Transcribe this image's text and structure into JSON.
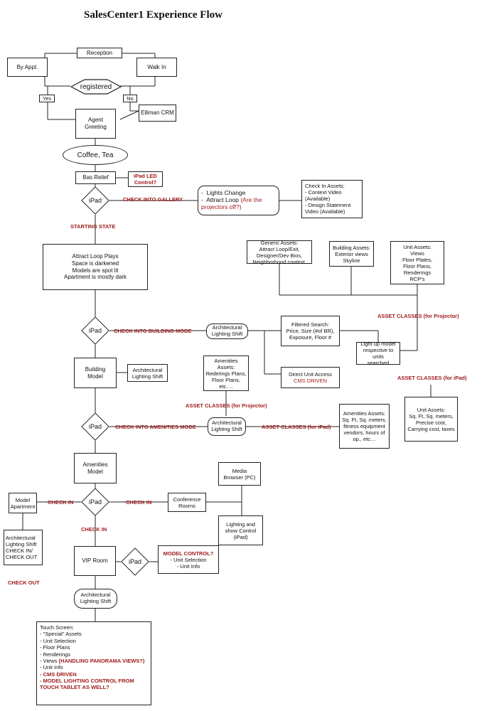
{
  "title": "SalesCenter1 Experience Flow",
  "nodes": {
    "reception": "Reception",
    "by_appt": "By Appt.",
    "walk_in": "Walk In",
    "registered": "registered",
    "yes": "Yes",
    "no": "No",
    "elliman_crm": "Elliman CRM",
    "agent_greeting": "Agent\nGreeting",
    "coffee_tea": "Coffee, Tea",
    "bas_relief": "Bas Relief",
    "ipad_led_control": "iPad LED\nControl?",
    "ipad": "iPad",
    "lights_change": "Lights Change",
    "attract_loop": "Attract Loop",
    "projectors_question": "(Are the projectors off?)",
    "check_in_assets": "Check In Assets:\n-  Context Video (Available)\n-  Design Statement Video (Available)",
    "starting_state": "STARTING STATE",
    "attract_loop_plays": "Attract Loop Plays\nSpace is darkened\nModels are spot lit\nApartment is mostly dark",
    "generic_assets": "Generic Assets:\nAttract Loop/Exit,\nDesigner/Dev Bios,\nNeighborhood context.",
    "building_assets": "Building Assets:\nExterior views\nSkyline",
    "unit_assets_top": "Unit Assets:\nViews\nFloor Plates,\nFloor Plans,\nRenderings\nRCP's",
    "architectural_lighting_shift": "Architectural\nLighting Shift",
    "filtered_search": "Filtered Search:\nPrice, Size (#of BR),\nExposure, Floor #",
    "light_up_model": "Light up model\nrespective to units\nsearched",
    "direct_unit_access": "Direct Unit Access",
    "cms_driven": "CMS DRIVEN",
    "building_model": "Building\nModel",
    "amenities_assets_left": "Amenities\nAssets:\nRederings Plans,\nFloor Plans,\netc….",
    "unit_assets_bottom": "Unit Assets:\nSq. Ft, Sq. meters, Precise cost, Carrying cost, taxes",
    "amenities_assets_right": "Amenities Assets:\nSq. Ft, Sq. meters, fitness equipment vendors, hours of op., etc…",
    "amenities_model": "Amenities\nModel",
    "model_apartment": "Model\nApartment",
    "conference_rooms": "Conference\nRooms",
    "media_browser": "Media\nBrowser (PC)",
    "lighting_show_control": "Lighting and\nshow Control\n(iPad)",
    "arch_shift_checkin": "Architectural\nLighting Shift\nCHECK IN/\nCHECK OUT",
    "vip_room": "VIP Room",
    "model_control": "MODEL CONTROL?",
    "unit_selection": "- Unit Selection",
    "unit_info": "- Unit Info"
  },
  "labels": {
    "check_into_gallery": "CHECK INTO GALLERY",
    "check_into_building_mode": "CHECK INTO BUILDING MODE",
    "asset_classes_projector": "ASSET CLASSES (for Projector)",
    "asset_classes_ipad": "ASSET CLASSES (for iPad)",
    "check_into_amenities_mode": "CHECK INTO AMENITIES MODE",
    "check_in": "CHECK IN",
    "check_out": "CHECK OUT"
  },
  "touch_screen": {
    "header": "Touch Screen:",
    "items": [
      {
        "text": "-  \"Special\" Assets",
        "red": false
      },
      {
        "text": "-  Unit Selection",
        "red": false
      },
      {
        "text": "-  Floor Plans",
        "red": false
      },
      {
        "text": "-  Renderings",
        "red": false
      },
      {
        "text": "-  Views",
        "red": false,
        "suffix": "(HANDLING PANORAMA VIEWS?)"
      },
      {
        "text": "-  Unit Info",
        "red": false
      },
      {
        "text": "-  CMS DRIVEN",
        "red": true
      },
      {
        "text": "-  MODEL LIGHTING CONTROL FROM TOUCH TABLET AS WELL?",
        "red": true
      }
    ]
  },
  "colors": {
    "accent_red": "#a01c1c",
    "line": "#222222"
  }
}
